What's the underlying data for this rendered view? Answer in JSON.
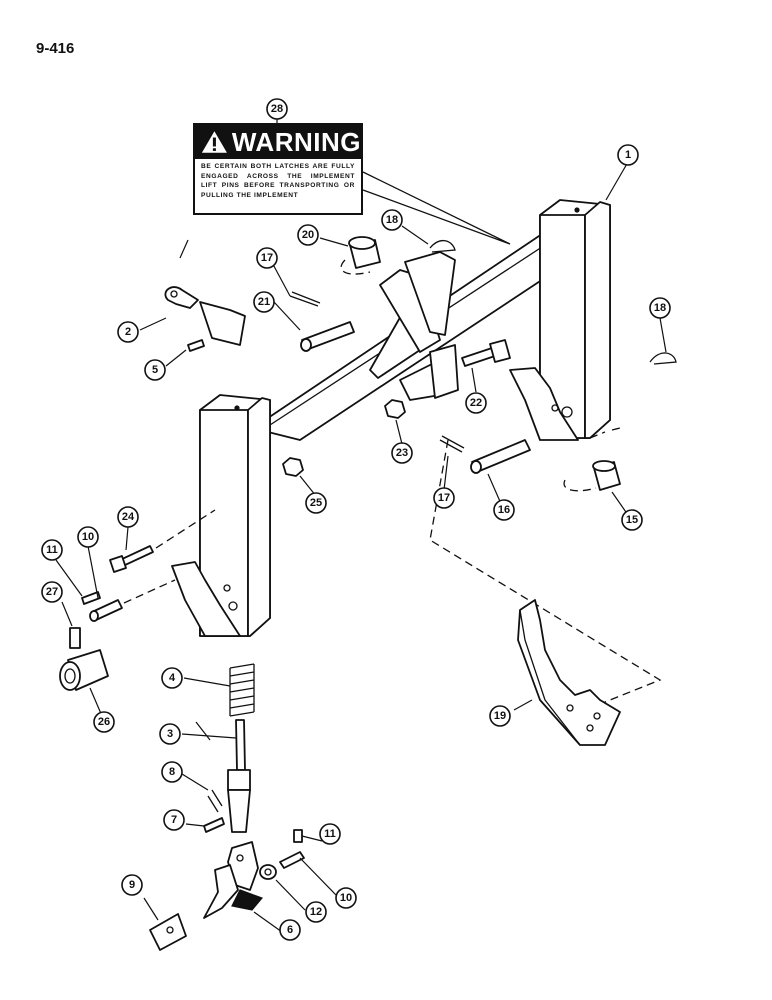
{
  "page_number": "9-416",
  "warning_decal": {
    "word": "WARNING",
    "text": "BE CERTAIN BOTH LATCHES ARE FULLY ENGAGED ACROSS THE IMPLEMENT LIFT PINS BEFORE TRANSPORTING OR PULLING THE IMPLEMENT"
  },
  "callouts": {
    "c1": "1",
    "c2": "2",
    "c3": "3",
    "c4": "4",
    "c5": "5",
    "c6": "6",
    "c7": "7",
    "c8": "8",
    "c9": "9",
    "c10a": "10",
    "c10b": "10",
    "c11a": "11",
    "c11b": "11",
    "c12": "12",
    "c15": "15",
    "c16": "16",
    "c17a": "17",
    "c17b": "17",
    "c18a": "18",
    "c18b": "18",
    "c19": "19",
    "c20": "20",
    "c21": "21",
    "c22": "22",
    "c23": "23",
    "c24": "24",
    "c25": "25",
    "c26": "26",
    "c27": "27",
    "c28": "28"
  }
}
